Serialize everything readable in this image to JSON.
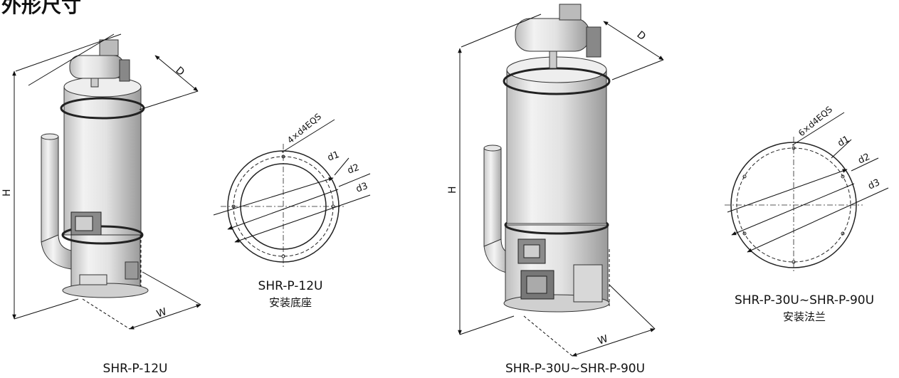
{
  "page_title": "外形尺寸",
  "left_machine": {
    "model": "SHR-P-12U",
    "dim_height": "H",
    "dim_depth": "D",
    "dim_width": "W"
  },
  "left_base": {
    "model": "SHR-P-12U",
    "name": "安装底座",
    "hole_label": "4×d4EQS",
    "d1": "d1",
    "d2": "d2",
    "d3": "d3"
  },
  "right_machine": {
    "model": "SHR-P-30U~SHR-P-90U",
    "dim_height": "H",
    "dim_depth": "D",
    "dim_width": "W"
  },
  "right_flange": {
    "model": "SHR-P-30U~SHR-P-90U",
    "name": "安装法兰",
    "hole_label": "6×d4EQS",
    "d1": "d1",
    "d2": "d2",
    "d3": "d3"
  }
}
